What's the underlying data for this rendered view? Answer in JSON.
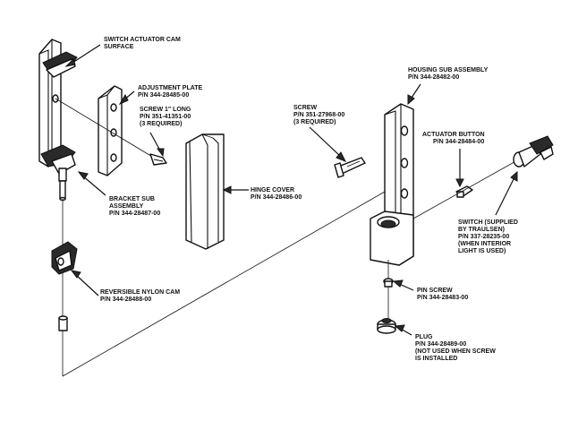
{
  "colors": {
    "ink": "#111111",
    "paper": "#ffffff",
    "tone": "#d9d9d9"
  },
  "labels": {
    "switch_actuator_cam": [
      "SWITCH ACTUATOR CAM",
      "SURFACE"
    ],
    "adjustment_plate": [
      "ADJUSTMENT PLATE",
      "P/N 344-28485-00"
    ],
    "screw_1in": [
      "SCREW 1\" LONG",
      "P/N 351-41351-00",
      "(3 REQUIRED)"
    ],
    "bracket_sub": [
      "BRACKET SUB",
      "ASSEMBLY",
      "P/N 344-28487-00"
    ],
    "hinge_cover": [
      "HINGE COVER",
      "P/N 344-28486-00"
    ],
    "reversible_cam": [
      "REVERSIBLE NYLON CAM",
      "P/N 344-28488-00"
    ],
    "housing_sub": [
      "HOUSING SUB ASSEMBLY",
      "P/N 344-28482-00"
    ],
    "screw": [
      "SCREW",
      "P/N 351-27968-00",
      "(3 REQUIRED)"
    ],
    "actuator_button": [
      "ACTUATOR BUTTON",
      "P/N 344-28484-00"
    ],
    "switch": [
      "SWITCH (SUPPLIED",
      "BY TRAULSEN)",
      "P/N 337-28235-00",
      "(WHEN INTERIOR",
      "LIGHT IS USED)"
    ],
    "pin_screw": [
      "PIN SCREW",
      "P/N 344-28483-00"
    ],
    "plug": [
      "PLUG",
      "P/N 344-28489-00",
      "(NOT USED WHEN SCREW",
      "IS INSTALLED"
    ]
  }
}
